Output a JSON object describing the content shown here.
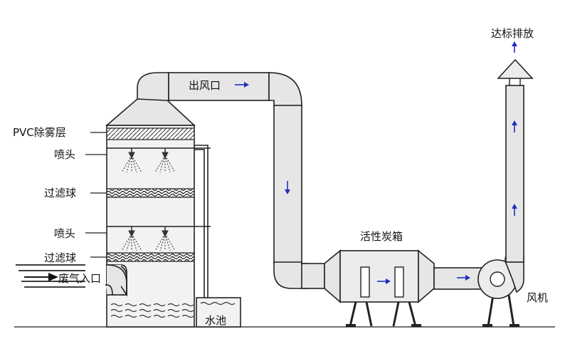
{
  "labels": {
    "demister": "PVC除雾层",
    "nozzle_top": "喷头",
    "filter_top": "过滤球",
    "nozzle_bottom": "喷头",
    "filter_bottom": "过滤球",
    "inlet": "废气入口",
    "outlet": "出风口",
    "carbon_box": "活性炭箱",
    "fan": "风机",
    "exhaust": "达标排放",
    "water_tank": "水池"
  },
  "colors": {
    "flow_arrow": "#1f2fbf",
    "pipe_fill": "#e6e6e6",
    "outline": "#222222"
  }
}
